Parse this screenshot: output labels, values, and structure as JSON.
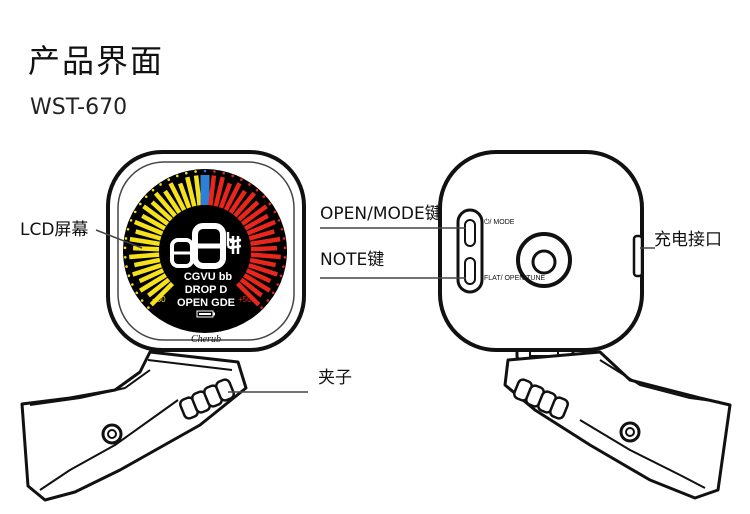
{
  "header": {
    "title": "产品界面",
    "model": "WST-670"
  },
  "labels": {
    "lcd_screen": "LCD屏幕",
    "clip": "夹子",
    "open_mode_key": "OPEN/MODE键",
    "note_key": "NOTE键",
    "charging_port": "充电接口"
  },
  "display": {
    "note": "8.8",
    "sharp_flat": "#b",
    "line1": "CGVU bb",
    "line2": "DROP D",
    "line3": "OPEN GDE",
    "scale_left": "−50",
    "scale_right": "+50",
    "brand": "Cherub"
  },
  "back_buttons": {
    "power_mode": "⏻/ MODE",
    "flat_open": "FLAT/ OPEN TUNE"
  },
  "colors": {
    "meter_yellow": "#f5e21a",
    "meter_red": "#e8261b",
    "meter_blue": "#2e7fd6",
    "meter_green": "#3bb54a",
    "screen_bg": "#000000"
  }
}
